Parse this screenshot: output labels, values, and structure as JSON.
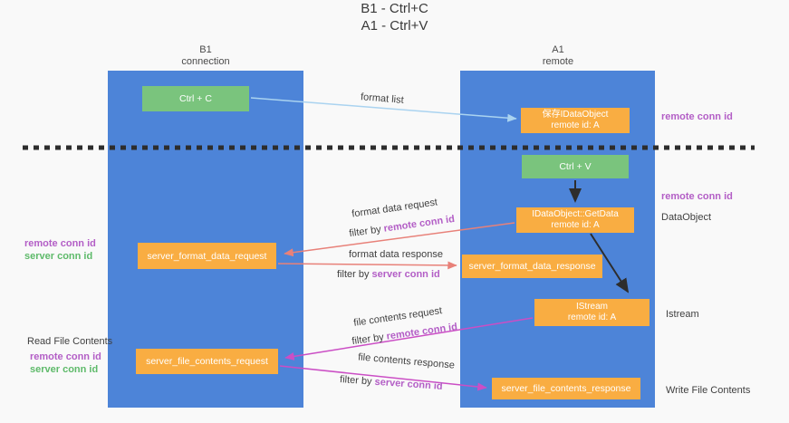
{
  "title": {
    "line1": "B1 - Ctrl+C",
    "line2": "A1 - Ctrl+V"
  },
  "columns": {
    "left": {
      "name": "B1",
      "role": "connection"
    },
    "right": {
      "name": "A1",
      "role": "remote"
    }
  },
  "nodes": {
    "ctrl_c": "Ctrl + C",
    "ctrl_v": "Ctrl + V",
    "save_idataobject": {
      "title": "保存IDataObject",
      "subtitle": "remote id: A"
    },
    "getdata": {
      "title": "IDataObject::GetData",
      "subtitle": "remote id: A"
    },
    "istream": {
      "title": "IStream",
      "subtitle": "remote id: A"
    },
    "format_request": "server_format_data_request",
    "format_response": "server_format_data_response",
    "file_request": "server_file_contents_request",
    "file_response": "server_file_contents_response"
  },
  "edge_labels": {
    "format_list": "format list",
    "format_data_request": "format data request",
    "format_data_response": "format data response",
    "file_contents_request": "file contents request",
    "file_contents_response": "file contents response",
    "filter_by": "filter by",
    "remote_conn_id": "remote conn id",
    "server_conn_id": "server conn id"
  },
  "side_labels": {
    "remote_conn_id": "remote conn id",
    "server_conn_id": "server conn id",
    "dataobject": "DataObject",
    "istream": "Istream",
    "read_file_contents": "Read File Contents",
    "write_file_contents": "Write File Contents"
  },
  "colors": {
    "column_blue": "#4d84d8",
    "node_orange": "#f9ad42",
    "node_green": "#7ac47d",
    "accent_purple": "#b35ec6",
    "accent_green": "#5eba6a",
    "arrow_salmon": "#e88179",
    "arrow_magenta": "#cb4ec5",
    "arrow_blue": "#aad3f0",
    "arrow_black": "#2d2d2d"
  }
}
